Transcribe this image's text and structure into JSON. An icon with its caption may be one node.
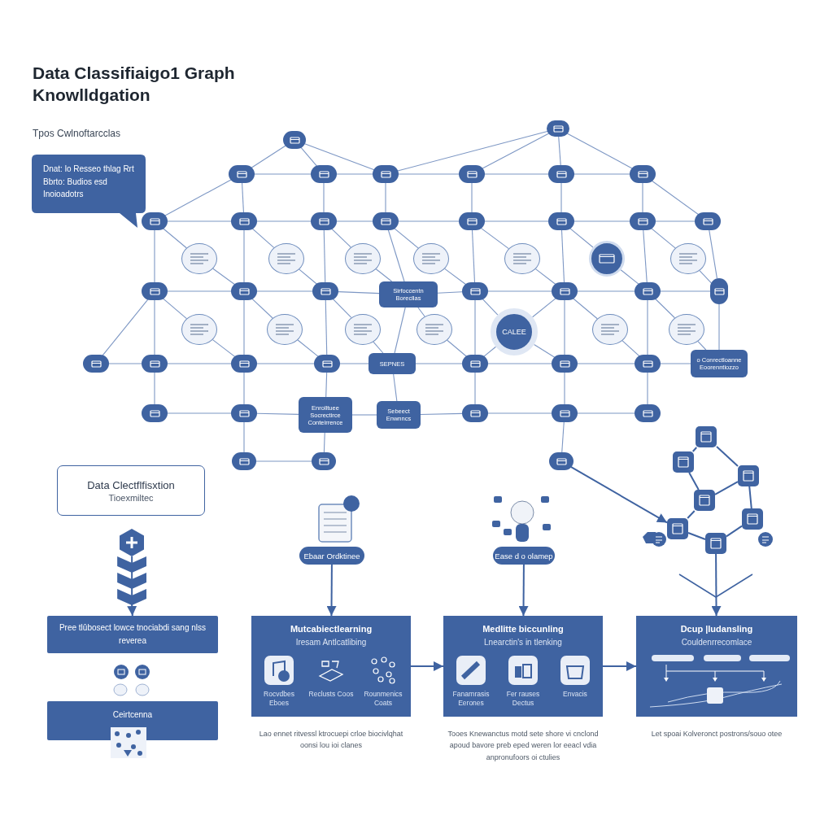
{
  "diagram": {
    "title": "Data Classifiaigo1 Graph Knowlldgation",
    "nodes": [
      {
        "text": [
          "Dnat: lo Resseo thlag Rrt Bbrto: Budios esd Inoioadotrs"
        ]
      },
      {
        "text": [],
        "shape": "ellipse"
      },
      {
        "text": [],
        "shape": "ellipse"
      },
      {
        "text": [],
        "shape": "ellipse"
      },
      {
        "text": [],
        "shape": "ellipse"
      },
      {
        "text": [],
        "shape": "ellipse"
      },
      {
        "text": [],
        "shape": "ellipse"
      },
      {
        "text": [],
        "shape": "ellipse"
      },
      {
        "text": [],
        "shape": "ellipse"
      },
      {
        "text": [],
        "shape": "ellipse"
      },
      {
        "text": [],
        "shape": "ellipse"
      },
      {
        "text": [],
        "shape": "ellipse"
      },
      {
        "text": [],
        "shape": "ellipse"
      },
      {
        "text": [],
        "shape": "ellipse"
      },
      {
        "text": [],
        "shape": "ellipse"
      },
      {
        "text": [],
        "shape": "ellipse"
      },
      {
        "text": [],
        "shape": "ellipse"
      },
      {
        "text": [],
        "shape": "circle"
      },
      {
        "text": [],
        "shape": "circle"
      },
      {
        "text": [],
        "shape": "circle"
      },
      {
        "text": [],
        "shape": "circle"
      },
      {
        "text": [],
        "shape": "circle"
      },
      {
        "text": [],
        "shape": "circle"
      },
      {
        "text": [],
        "shape": "circle"
      },
      {
        "text": [],
        "shape": "ellipse"
      },
      {
        "text": [],
        "shape": "ellipse"
      },
      {
        "text": [],
        "shape": "ellipse"
      },
      {
        "text": [
          "Sirfoccentn Borecllas"
        ]
      },
      {
        "text": [],
        "shape": "ellipse"
      },
      {
        "text": [],
        "shape": "ellipse"
      },
      {
        "text": [],
        "shape": "ellipse"
      },
      {
        "text": [],
        "shape": "ellipse"
      },
      {
        "text": [],
        "shape": "circle"
      },
      {
        "text": [],
        "shape": "circle"
      },
      {
        "text": [],
        "shape": "circle"
      },
      {
        "text": [],
        "shape": "circle"
      },
      {
        "text": [
          "CALEE"
        ]
      },
      {
        "text": [],
        "shape": "circle"
      },
      {
        "text": [],
        "shape": "circle"
      },
      {
        "text": [],
        "shape": "ellipse"
      },
      {
        "text": [],
        "shape": "ellipse"
      },
      {
        "text": [],
        "shape": "ellipse"
      },
      {
        "text": [],
        "shape": "ellipse"
      },
      {
        "text": [
          "SEPNES"
        ]
      },
      {
        "text": [],
        "shape": "ellipse"
      },
      {
        "text": [],
        "shape": "ellipse"
      },
      {
        "text": [],
        "shape": "ellipse"
      },
      {
        "text": [
          "o Conrectloanne Eoorenntiozzo"
        ]
      },
      {
        "text": [],
        "shape": "ellipse"
      },
      {
        "text": [],
        "shape": "ellipse"
      },
      {
        "text": [
          "Enrolltuee Socrectirce Conteirrence"
        ]
      },
      {
        "text": [
          "Sebeect Enwnncs"
        ]
      },
      {
        "text": [],
        "shape": "ellipse"
      },
      {
        "text": [],
        "shape": "ellipse"
      },
      {
        "text": [],
        "shape": "ellipse"
      },
      {
        "text": [],
        "shape": "ellipse"
      },
      {
        "text": [],
        "shape": "ellipse"
      },
      {
        "text": [],
        "shape": "ellipse"
      },
      {
        "text": [
          "Data Clectflfisxtion",
          "Tioexmiltec"
        ]
      },
      {
        "text": [],
        "shape": "hexagon"
      },
      {
        "text": [
          "Pree tlûbosect lowce tnociabdi sang nlss reverea"
        ]
      },
      {
        "text": [
          "Ceirtcenna"
        ]
      },
      {
        "text": [
          "Ebaar Ordktinee"
        ]
      },
      {
        "text": [
          "Mutcabiectlearning",
          "Iresam Antlcatlibing",
          "Rocvdbes Eboes",
          "Reclusts Coos",
          "Rounmenics Coats"
        ],
        "beside": [
          "Lao ennet ritvessl ktrocuepi crloe biocivlqhat oonsi lou ioi clanes"
        ]
      },
      {
        "text": [
          "Ease d o olamep"
        ]
      },
      {
        "text": [
          "Medlitte biccunling",
          "Lnearctin's in tlenking",
          "Fanarnrasis Eerones",
          "Fer rauses Dectus",
          "Envacis"
        ],
        "beside": [
          "Tooes Knewanctus motd sete shore vi cnclond apoud bavore preb eped weren lor eeacl vdia anpronufoors oi ctulies"
        ]
      },
      {
        "text": [
          "Dcup |ludansling",
          "Couldenrrecomlace"
        ],
        "beside": [
          "Let spoai Kolveronct postrons/souo otee"
        ]
      },
      {
        "text": [],
        "shape": "box"
      },
      {
        "text": [],
        "shape": "box"
      },
      {
        "text": [],
        "shape": "box"
      },
      {
        "text": [],
        "shape": "box"
      },
      {
        "text": [],
        "shape": "box"
      },
      {
        "text": [],
        "shape": "box"
      },
      {
        "text": [],
        "shape": "box"
      }
    ],
    "edges": [
      {
        "from": 1,
        "to": 3,
        "arrow": "none"
      },
      {
        "from": 1,
        "to": 4,
        "arrow": "none"
      },
      {
        "from": 1,
        "to": 5,
        "arrow": "none"
      },
      {
        "from": 2,
        "to": 5,
        "arrow": "none"
      },
      {
        "from": 2,
        "to": 6,
        "arrow": "none"
      },
      {
        "from": 2,
        "to": 7,
        "arrow": "none"
      },
      {
        "from": 2,
        "to": 8,
        "arrow": "none"
      },
      {
        "from": 9,
        "to": 3,
        "arrow": "none"
      },
      {
        "from": 3,
        "to": 4,
        "arrow": "none"
      },
      {
        "from": 4,
        "to": 5,
        "arrow": "none"
      },
      {
        "from": 5,
        "to": 6,
        "arrow": "none"
      },
      {
        "from": 6,
        "to": 7,
        "arrow": "none"
      },
      {
        "from": 7,
        "to": 8,
        "arrow": "none"
      },
      {
        "from": 3,
        "to": 10,
        "arrow": "none"
      },
      {
        "from": 4,
        "to": 11,
        "arrow": "none"
      },
      {
        "from": 5,
        "to": 12,
        "arrow": "none"
      },
      {
        "from": 6,
        "to": 13,
        "arrow": "none"
      },
      {
        "from": 7,
        "to": 14,
        "arrow": "none"
      },
      {
        "from": 8,
        "to": 15,
        "arrow": "none"
      },
      {
        "from": 8,
        "to": 16,
        "arrow": "none"
      },
      {
        "from": 9,
        "to": 10,
        "arrow": "none"
      },
      {
        "from": 10,
        "to": 11,
        "arrow": "none"
      },
      {
        "from": 11,
        "to": 12,
        "arrow": "none"
      },
      {
        "from": 12,
        "to": 13,
        "arrow": "none"
      },
      {
        "from": 13,
        "to": 14,
        "arrow": "none"
      },
      {
        "from": 14,
        "to": 15,
        "arrow": "none"
      },
      {
        "from": 15,
        "to": 16,
        "arrow": "none"
      },
      {
        "from": 9,
        "to": 17,
        "arrow": "none"
      },
      {
        "from": 17,
        "to": 25,
        "arrow": "none"
      },
      {
        "from": 10,
        "to": 18,
        "arrow": "none"
      },
      {
        "from": 18,
        "to": 26,
        "arrow": "none"
      },
      {
        "from": 11,
        "to": 19,
        "arrow": "none"
      },
      {
        "from": 19,
        "to": 27,
        "arrow": "none"
      },
      {
        "from": 12,
        "to": 20,
        "arrow": "none"
      },
      {
        "from": 20,
        "to": 28,
        "arrow": "none"
      },
      {
        "from": 13,
        "to": 21,
        "arrow": "none"
      },
      {
        "from": 21,
        "to": 29,
        "arrow": "none"
      },
      {
        "from": 14,
        "to": 22,
        "arrow": "none"
      },
      {
        "from": 22,
        "to": 30,
        "arrow": "none"
      },
      {
        "from": 15,
        "to": 23,
        "arrow": "none"
      },
      {
        "from": 23,
        "to": 31,
        "arrow": "none"
      },
      {
        "from": 9,
        "to": 24,
        "arrow": "none"
      },
      {
        "from": 10,
        "to": 25,
        "arrow": "none"
      },
      {
        "from": 11,
        "to": 26,
        "arrow": "none"
      },
      {
        "from": 12,
        "to": 27,
        "arrow": "none"
      },
      {
        "from": 13,
        "to": 28,
        "arrow": "none"
      },
      {
        "from": 14,
        "to": 29,
        "arrow": "none"
      },
      {
        "from": 15,
        "to": 30,
        "arrow": "none"
      },
      {
        "from": 16,
        "to": 31,
        "arrow": "none"
      },
      {
        "from": 24,
        "to": 25,
        "arrow": "none"
      },
      {
        "from": 25,
        "to": 26,
        "arrow": "none"
      },
      {
        "from": 26,
        "to": 27,
        "arrow": "none"
      },
      {
        "from": 27,
        "to": 28,
        "arrow": "none"
      },
      {
        "from": 28,
        "to": 29,
        "arrow": "none"
      },
      {
        "from": 29,
        "to": 30,
        "arrow": "none"
      },
      {
        "from": 30,
        "to": 31,
        "arrow": "none"
      },
      {
        "from": 24,
        "to": 32,
        "arrow": "none"
      },
      {
        "from": 32,
        "to": 41,
        "arrow": "none"
      },
      {
        "from": 25,
        "to": 33,
        "arrow": "none"
      },
      {
        "from": 33,
        "to": 42,
        "arrow": "none"
      },
      {
        "from": 26,
        "to": 34,
        "arrow": "none"
      },
      {
        "from": 34,
        "to": 43,
        "arrow": "none"
      },
      {
        "from": 27,
        "to": 35,
        "arrow": "none"
      },
      {
        "from": 35,
        "to": 44,
        "arrow": "none"
      },
      {
        "from": 28,
        "to": 36,
        "arrow": "none"
      },
      {
        "from": 36,
        "to": 45,
        "arrow": "none"
      },
      {
        "from": 29,
        "to": 36,
        "arrow": "none"
      },
      {
        "from": 36,
        "to": 44,
        "arrow": "none"
      },
      {
        "from": 29,
        "to": 37,
        "arrow": "none"
      },
      {
        "from": 37,
        "to": 46,
        "arrow": "none"
      },
      {
        "from": 30,
        "to": 38,
        "arrow": "none"
      },
      {
        "from": 38,
        "to": 47,
        "arrow": "none"
      },
      {
        "from": 39,
        "to": 24,
        "arrow": "none"
      },
      {
        "from": 24,
        "to": 40,
        "arrow": "none"
      },
      {
        "from": 25,
        "to": 41,
        "arrow": "none"
      },
      {
        "from": 26,
        "to": 42,
        "arrow": "none"
      },
      {
        "from": 27,
        "to": 43,
        "arrow": "none"
      },
      {
        "from": 28,
        "to": 44,
        "arrow": "none"
      },
      {
        "from": 29,
        "to": 45,
        "arrow": "none"
      },
      {
        "from": 30,
        "to": 46,
        "arrow": "none"
      },
      {
        "from": 31,
        "to": 47,
        "arrow": "none"
      },
      {
        "from": 39,
        "to": 40,
        "arrow": "none"
      },
      {
        "from": 40,
        "to": 41,
        "arrow": "none"
      },
      {
        "from": 41,
        "to": 42,
        "arrow": "none"
      },
      {
        "from": 42,
        "to": 43,
        "arrow": "none"
      },
      {
        "from": 43,
        "to": 44,
        "arrow": "none"
      },
      {
        "from": 44,
        "to": 45,
        "arrow": "none"
      },
      {
        "from": 45,
        "to": 46,
        "arrow": "none"
      },
      {
        "from": 46,
        "to": 47,
        "arrow": "none"
      },
      {
        "from": 40,
        "to": 48,
        "arrow": "none"
      },
      {
        "from": 41,
        "to": 49,
        "arrow": "none"
      },
      {
        "from": 42,
        "to": 50,
        "arrow": "none"
      },
      {
        "from": 43,
        "to": 51,
        "arrow": "none"
      },
      {
        "from": 44,
        "to": 52,
        "arrow": "none"
      },
      {
        "from": 45,
        "to": 53,
        "arrow": "none"
      },
      {
        "from": 46,
        "to": 54,
        "arrow": "none"
      },
      {
        "from": 48,
        "to": 49,
        "arrow": "none"
      },
      {
        "from": 49,
        "to": 50,
        "arrow": "none"
      },
      {
        "from": 50,
        "to": 51,
        "arrow": "none"
      },
      {
        "from": 51,
        "to": 52,
        "arrow": "none"
      },
      {
        "from": 52,
        "to": 53,
        "arrow": "none"
      },
      {
        "from": 53,
        "to": 54,
        "arrow": "none"
      },
      {
        "from": 49,
        "to": 55,
        "arrow": "none"
      },
      {
        "from": 50,
        "to": 56,
        "arrow": "none"
      },
      {
        "from": 53,
        "to": 57,
        "arrow": "none"
      },
      {
        "from": 55,
        "to": 56,
        "arrow": "none"
      },
      {
        "from": 59,
        "to": 60,
        "arrow": "to"
      },
      {
        "from": 62,
        "to": 63,
        "arrow": "to"
      },
      {
        "from": 64,
        "to": 65,
        "arrow": "to"
      },
      {
        "from": 63,
        "to": 65,
        "arrow": "to"
      },
      {
        "from": 65,
        "to": 66,
        "arrow": "to"
      },
      {
        "from": 57,
        "to": 71,
        "arrow": "to"
      },
      {
        "from": 73,
        "to": 66,
        "arrow": "to"
      },
      {
        "from": 67,
        "to": 68,
        "arrow": "none"
      },
      {
        "from": 67,
        "to": 69,
        "arrow": "none"
      },
      {
        "from": 68,
        "to": 70,
        "arrow": "none"
      },
      {
        "from": 70,
        "to": 69,
        "arrow": "none"
      },
      {
        "from": 70,
        "to": 71,
        "arrow": "none"
      },
      {
        "from": 71,
        "to": 73,
        "arrow": "none"
      },
      {
        "from": 73,
        "to": 72,
        "arrow": "none"
      },
      {
        "from": 69,
        "to": 72,
        "arrow": "none"
      }
    ],
    "labels": [
      "Tpos Cwlnoftarcclas"
    ]
  }
}
